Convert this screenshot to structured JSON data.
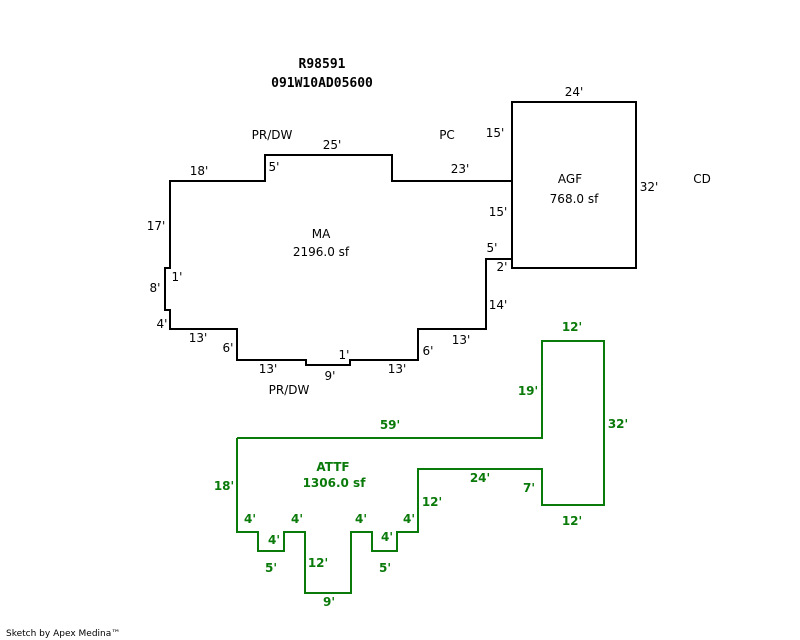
{
  "header": {
    "parcel_id": "R98591",
    "account_id": "091W10AD05600"
  },
  "colors": {
    "outline": "#000000",
    "attic": "#0a7a0a"
  },
  "areas": {
    "ma": {
      "code": "MA",
      "area": "2196.0 sf"
    },
    "agf": {
      "code": "AGF",
      "area": "768.0 sf"
    },
    "attf": {
      "code": "ATTF",
      "area": "1306.0 sf"
    }
  },
  "adjacent_labels": {
    "prdw_top": "PR/DW",
    "prdw_bottom": "PR/DW",
    "pc": "PC",
    "cd": "CD"
  },
  "ma_dims": {
    "top_left": "18'",
    "step_up": "5'",
    "top_mid": "25'",
    "top_right": "23'",
    "left_upper": "17'",
    "left_jog_top": "1'",
    "left_mid": "8'",
    "left_jog_bottom": "4'",
    "bottom_left1": "13'",
    "bottom_left_step": "6'",
    "bottom_left2": "13'",
    "bottom_notch_depth": "1'",
    "bottom_center": "9'",
    "bottom_right2": "13'",
    "bottom_right_step": "6'",
    "bottom_right1": "13'",
    "right_lower": "14'",
    "right_jog_h": "2'",
    "right_jog_v": "5'"
  },
  "agf_dims": {
    "top": "24'",
    "left_upper": "15'",
    "left_lower": "15'",
    "right": "32'"
  },
  "attf_dims": {
    "top": "59'",
    "left": "18'",
    "ell_left": "19'",
    "ell_top": "12'",
    "ell_right": "32'",
    "ell_bottom": "12'",
    "ell_step": "7'",
    "right_top": "24'",
    "right_side": "12'",
    "l_a": "4'",
    "l_b": "4'",
    "l_c": "5'",
    "l_d": "4'",
    "c_left": "12'",
    "c_bottom": "9'",
    "r_d": "4'",
    "r_c": "5'",
    "r_b": "4'",
    "r_a": "4'"
  },
  "footer": {
    "credit": "Sketch by Apex Medina™"
  }
}
